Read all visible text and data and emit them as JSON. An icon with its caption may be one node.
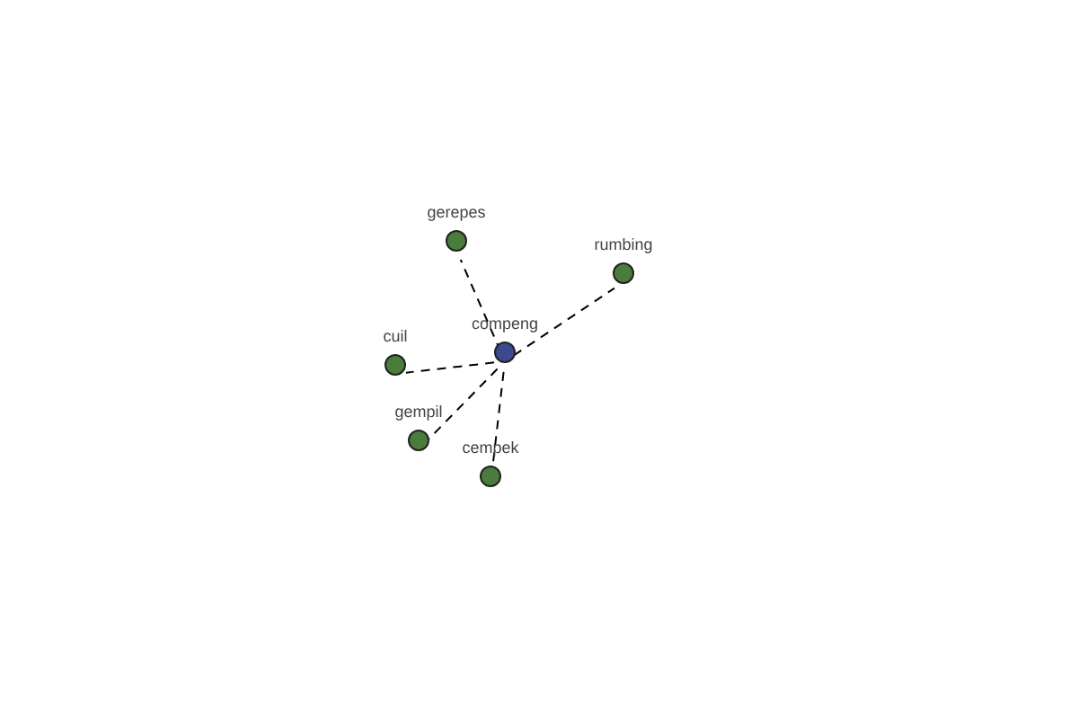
{
  "diagram": {
    "nodes": [
      {
        "text": [
          "gerepes"
        ]
      },
      {
        "text": [
          "rumbing"
        ]
      },
      {
        "text": [
          "compeng"
        ]
      },
      {
        "text": [
          "cuil"
        ]
      },
      {
        "text": [
          "gempil"
        ]
      },
      {
        "text": [
          "cempek"
        ]
      }
    ],
    "edges": [
      {
        "from": 2,
        "to": 0,
        "arrow": "none",
        "style": "dashed"
      },
      {
        "from": 2,
        "to": 1,
        "arrow": "none",
        "style": "dashed"
      },
      {
        "from": 2,
        "to": 3,
        "arrow": "none",
        "style": "dashed"
      },
      {
        "from": 2,
        "to": 4,
        "arrow": "none",
        "style": "dashed"
      },
      {
        "from": 2,
        "to": 5,
        "arrow": "none",
        "style": "dashed"
      }
    ]
  }
}
